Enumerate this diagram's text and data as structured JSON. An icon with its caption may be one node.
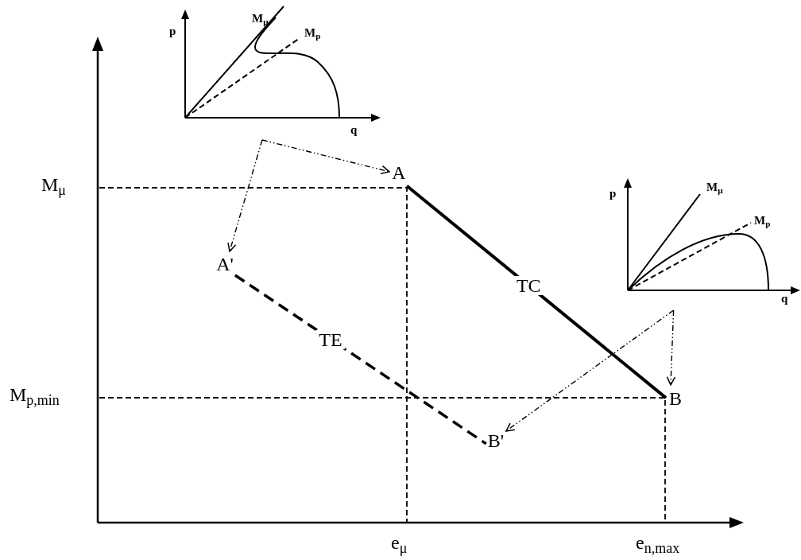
{
  "diagram": {
    "nodes": [
      {
        "text": [
          "p",
          "M$_{μ}$",
          "M$_{p}$",
          "q"
        ]
      },
      {
        "text": [
          "A"
        ]
      },
      {
        "text": [
          "A'"
        ]
      },
      {
        "text": [
          "B"
        ]
      },
      {
        "text": [
          "B'"
        ]
      },
      {
        "text": [
          "p",
          "M$_{μ}$",
          "M$_{p}$",
          "q"
        ]
      }
    ],
    "edges": [
      {
        "from": 0,
        "to": 1,
        "arrow": "to",
        "style": "dashed"
      },
      {
        "from": 0,
        "to": 2,
        "arrow": "to",
        "style": "dashed"
      },
      {
        "from": 1,
        "to": 3,
        "arrow": "none",
        "label": "TC",
        "style": "thick"
      },
      {
        "from": 2,
        "to": 4,
        "arrow": "none",
        "label": "TE",
        "style": "dashed"
      },
      {
        "from": 5,
        "to": 3,
        "arrow": "to",
        "style": "dashed"
      },
      {
        "from": 5,
        "to": 4,
        "arrow": "to",
        "style": "dashed"
      }
    ],
    "labels": [
      "M$_{μ}$",
      "M$_{p,min}$",
      "e$_{μ}$",
      "e$_{n,max}$"
    ]
  }
}
